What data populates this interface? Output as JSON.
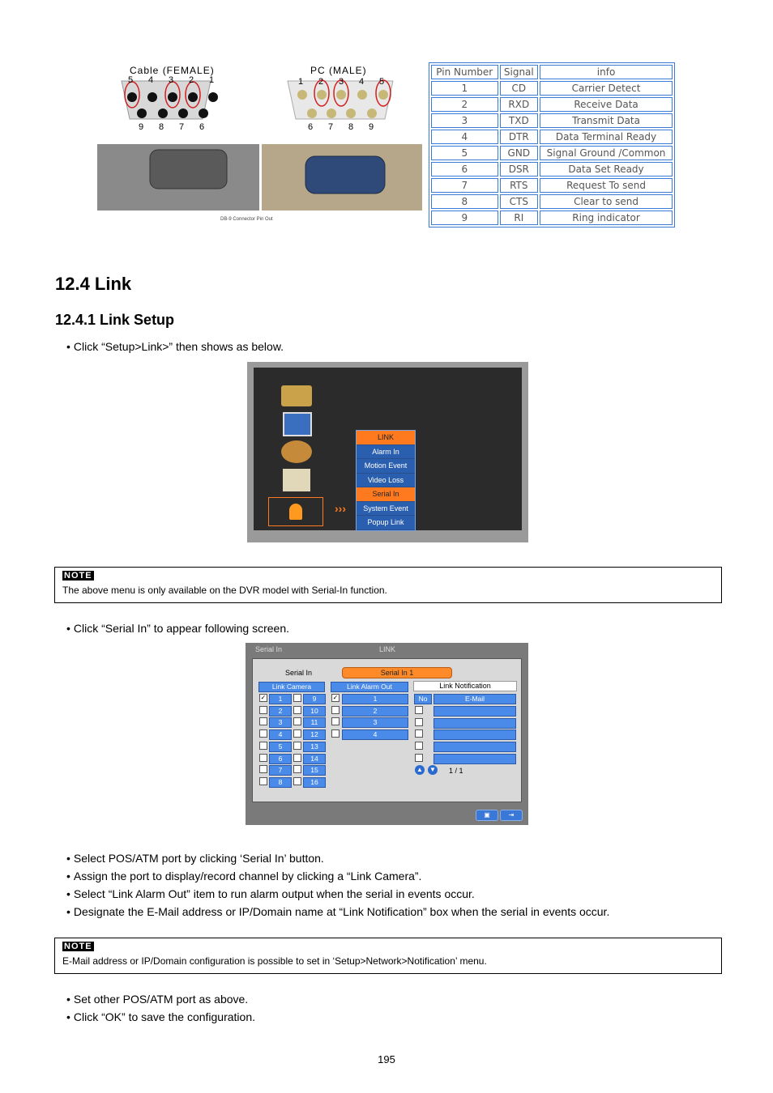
{
  "connector_figure": {
    "cable_title": "Cable (FEMALE)",
    "pc_title": "PC (MALE)",
    "cable_top_pins": [
      "5",
      "4",
      "3",
      "2",
      "1"
    ],
    "cable_bottom_pins": [
      "9",
      "8",
      "7",
      "6"
    ],
    "pc_top_pins": [
      "1",
      "2",
      "3",
      "4",
      "5"
    ],
    "pc_bottom_pins": [
      "6",
      "7",
      "8",
      "9"
    ],
    "caption": "DB-9 Connector Pin Out"
  },
  "pin_table": {
    "headers": [
      "Pin Number",
      "Signal",
      "info"
    ],
    "rows": [
      [
        "1",
        "CD",
        "Carrier Detect"
      ],
      [
        "2",
        "RXD",
        "Receive Data"
      ],
      [
        "3",
        "TXD",
        "Transmit Data"
      ],
      [
        "4",
        "DTR",
        "Data Terminal Ready"
      ],
      [
        "5",
        "GND",
        "Signal Ground /Common"
      ],
      [
        "6",
        "DSR",
        "Data Set Ready"
      ],
      [
        "7",
        "RTS",
        "Request To send"
      ],
      [
        "8",
        "CTS",
        "Clear to send"
      ],
      [
        "9",
        "RI",
        "Ring indicator"
      ]
    ]
  },
  "section_title": "12.4  Link",
  "subsection_title": "12.4.1  Link Setup",
  "bullet1": "Click “Setup>Link>” then shows as below.",
  "menu_shot": {
    "arrows": "›››",
    "items": [
      {
        "label": "LINK",
        "type": "head"
      },
      {
        "label": "Alarm In",
        "type": "normal"
      },
      {
        "label": "Motion Event",
        "type": "normal"
      },
      {
        "label": "Video Loss",
        "type": "normal"
      },
      {
        "label": "Serial In",
        "type": "hl"
      },
      {
        "label": "System Event",
        "type": "normal"
      },
      {
        "label": "Popup Link",
        "type": "normal"
      }
    ]
  },
  "note1": {
    "tag": "NOTE",
    "text": "The above menu is only available on the DVR model with Serial-In function."
  },
  "bullet2": "Click “Serial In” to appear following screen.",
  "serial_shot": {
    "hdr_left": "Serial In",
    "hdr_center": "LINK",
    "serial_label": "Serial In",
    "serial_value": "Serial In 1",
    "link_camera": "Link Camera",
    "link_alarm_out": "Link Alarm Out",
    "link_notification": "Link Notification",
    "cam_col1": [
      "1",
      "2",
      "3",
      "4",
      "5",
      "6",
      "7",
      "8"
    ],
    "cam_col2": [
      "9",
      "10",
      "11",
      "12",
      "13",
      "14",
      "15",
      "16"
    ],
    "alarm": [
      "1",
      "2",
      "3",
      "4"
    ],
    "notif_no": "No",
    "notif_email": "E-Mail",
    "page": "1 / 1"
  },
  "bullets3": [
    "Select POS/ATM port by clicking ‘Serial In’ button.",
    "Assign the port to display/record channel by clicking a “Link Camera”.",
    "Select “Link Alarm Out” item to run alarm output when the serial in events occur.",
    "Designate the E-Mail address or IP/Domain name at “Link Notification” box when the serial in events occur."
  ],
  "note2": {
    "tag": "NOTE",
    "text": "E-Mail address or IP/Domain configuration is possible to set in ‘Setup>Network>Notification’ menu."
  },
  "bullets4": [
    "Set other POS/ATM port as above.",
    "Click “OK” to save the configuration."
  ],
  "page_number": "195"
}
